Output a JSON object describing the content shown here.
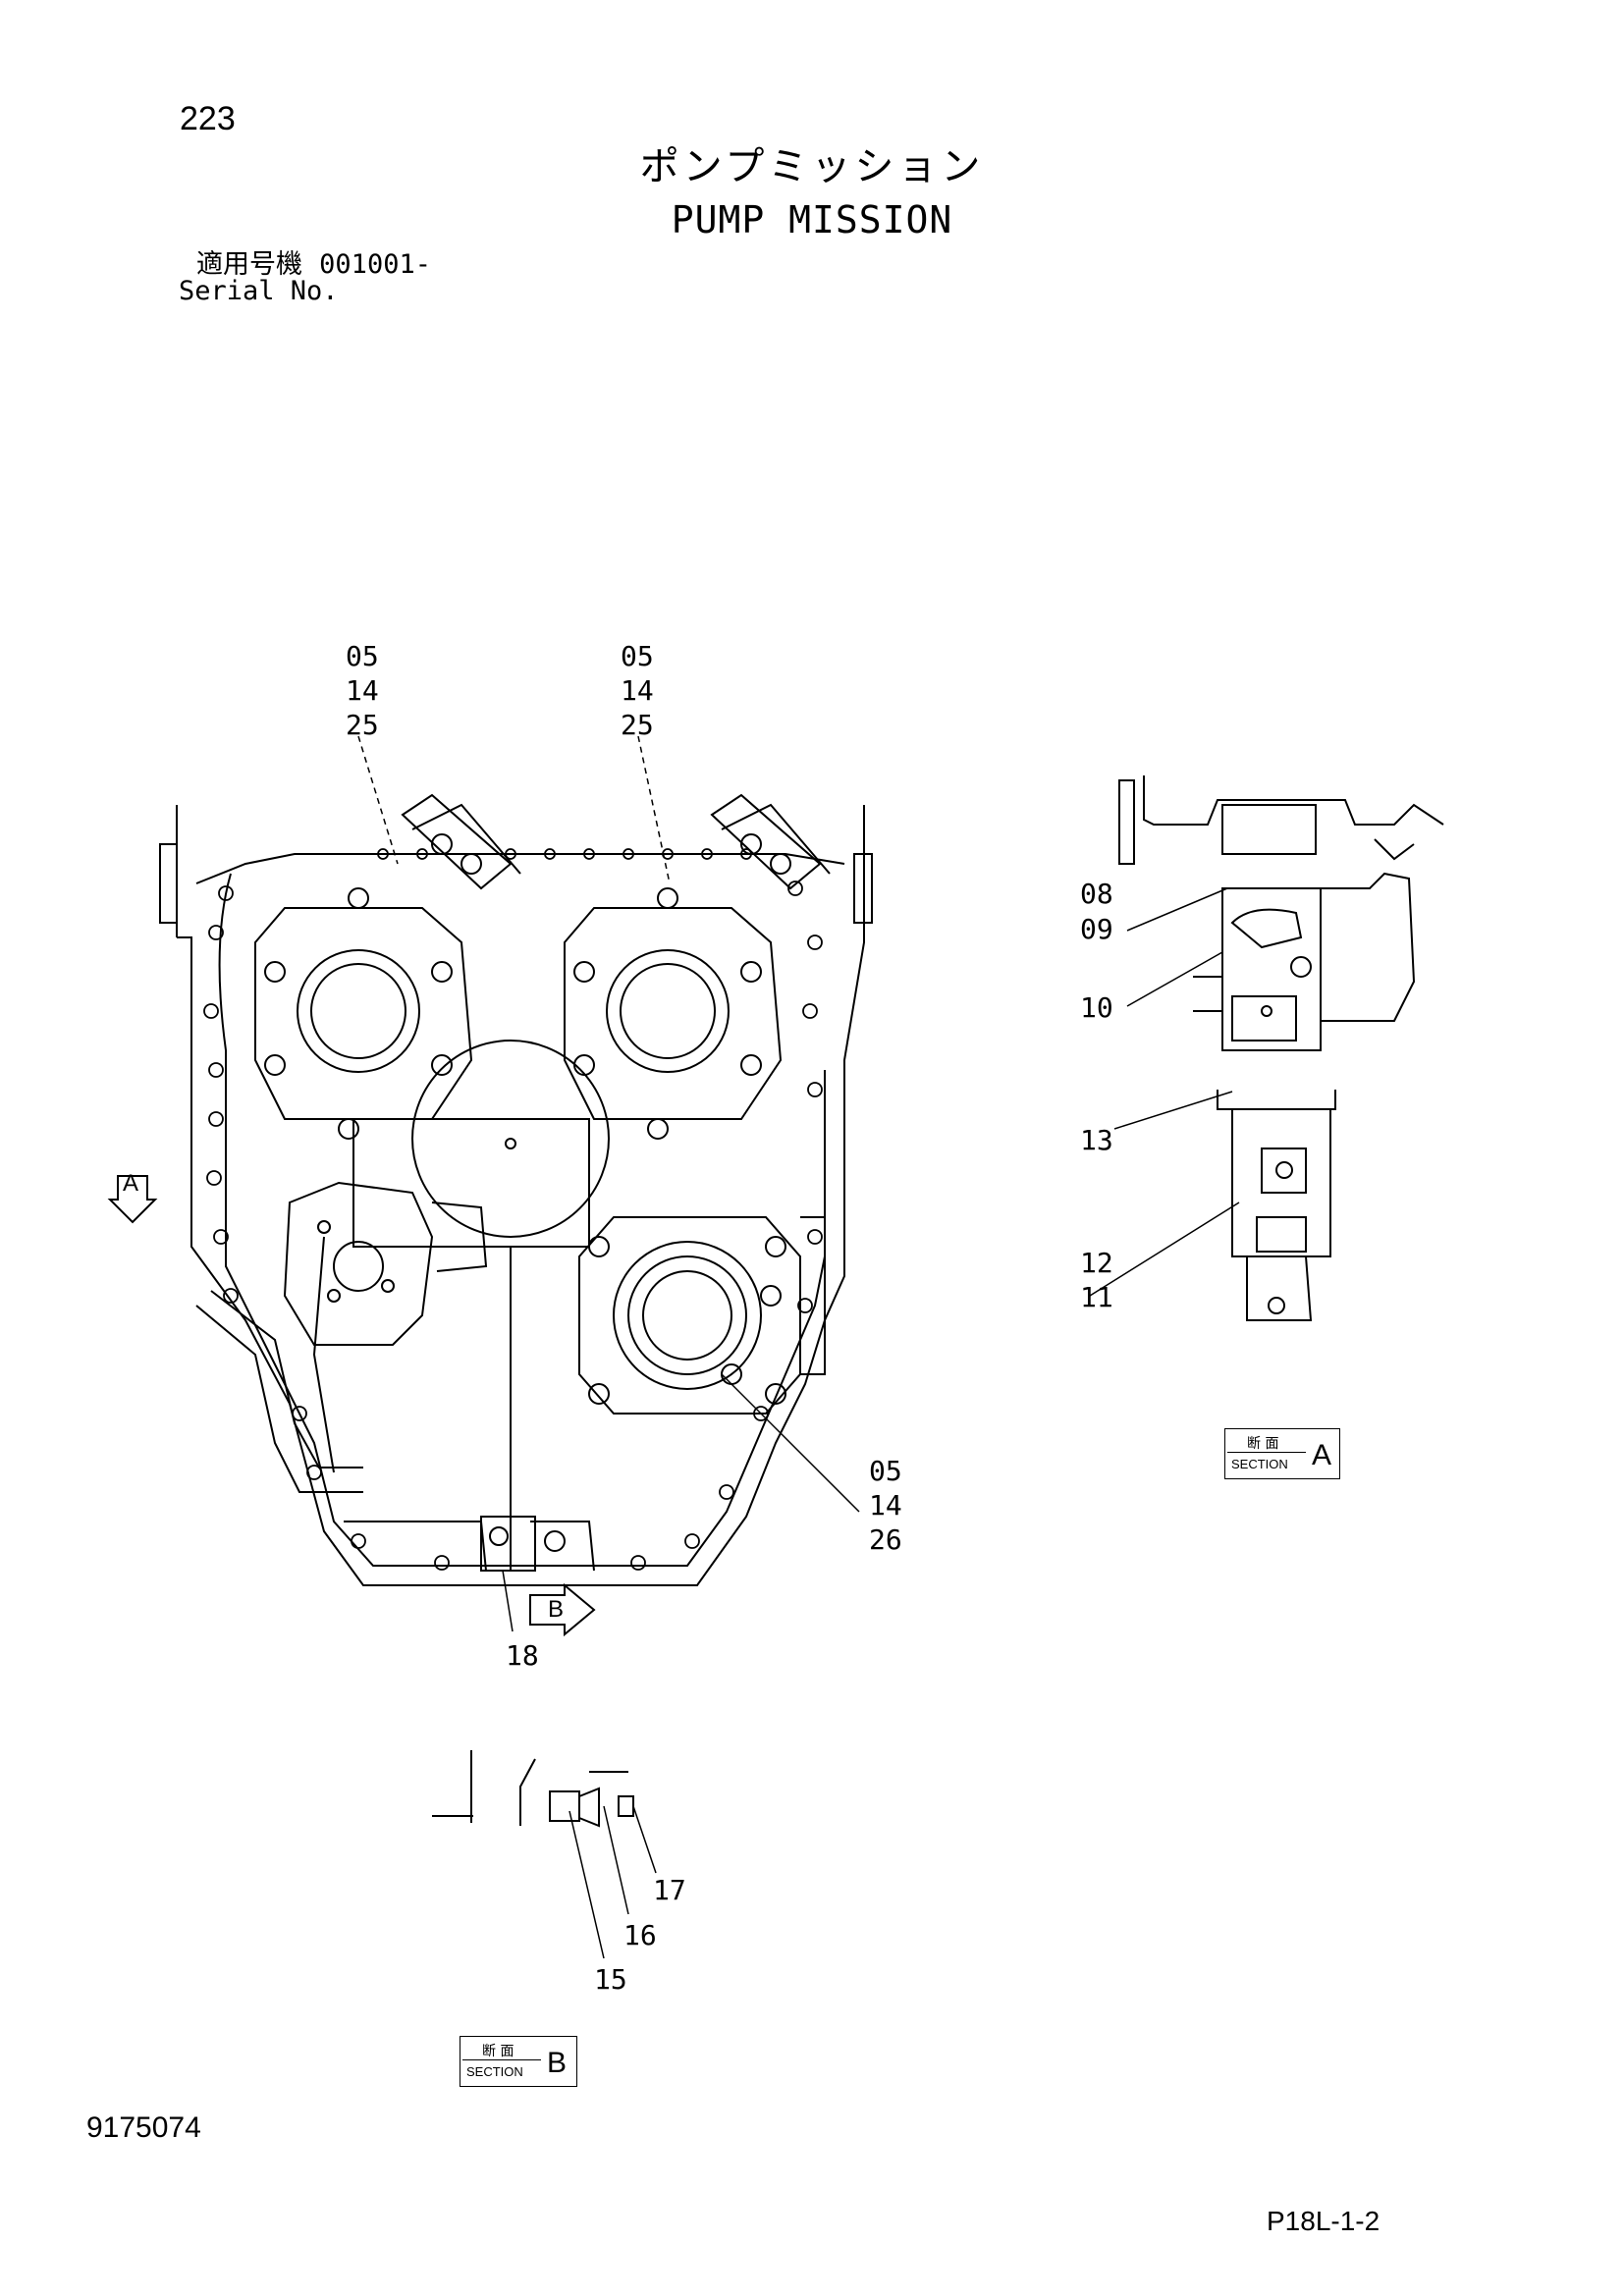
{
  "header": {
    "page_number": "223",
    "title_jp": "ポンプミッション",
    "title_en": "PUMP MISSION",
    "serial_label_jp": "適用号機",
    "serial_value": "001001-",
    "serial_label_en": "Serial No."
  },
  "callouts": {
    "left_group": [
      "05",
      "14",
      "25"
    ],
    "middle_group": [
      "05",
      "14",
      "25"
    ],
    "lower_group": [
      "05",
      "14",
      "26"
    ],
    "drain": "18",
    "sec_a_top": [
      "08",
      "09"
    ],
    "sec_a_10": "10",
    "sec_a_13": "13",
    "sec_a_bottom": [
      "12",
      "11"
    ],
    "sec_b": [
      "17",
      "16",
      "15"
    ]
  },
  "view_markers": {
    "arrow_a": "A",
    "arrow_b": "B"
  },
  "sections": {
    "a": {
      "jp": "断 面",
      "en": "SECTION",
      "letter": "A"
    },
    "b": {
      "jp": "断 面",
      "en": "SECTION",
      "letter": "B"
    }
  },
  "footer": {
    "document_number": "9175074",
    "page_ref": "P18L-1-2"
  }
}
